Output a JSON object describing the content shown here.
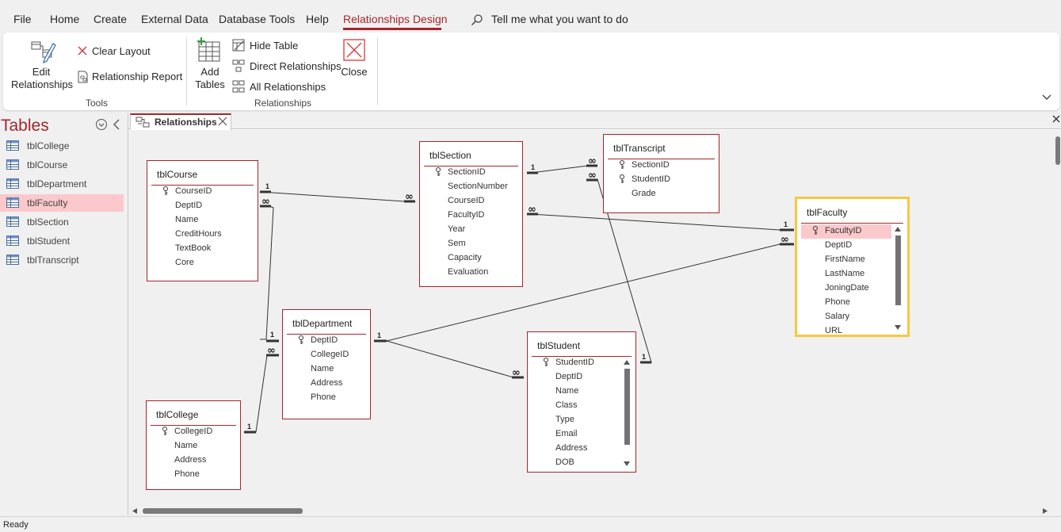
{
  "menu": {
    "items": [
      "File",
      "Home",
      "Create",
      "External Data",
      "Database Tools",
      "Help",
      "Relationships Design"
    ],
    "tell_me": "Tell me what you want to do"
  },
  "ribbon": {
    "edit_relationships_line1": "Edit",
    "edit_relationships_line2": "Relationships",
    "clear_layout": "Clear Layout",
    "relationship_report": "Relationship Report",
    "tools_group": "Tools",
    "add_tables_line1": "Add",
    "add_tables_line2": "Tables",
    "hide_table": "Hide Table",
    "direct_relationships": "Direct Relationships",
    "all_relationships": "All Relationships",
    "relationships_group": "Relationships",
    "close": "Close"
  },
  "nav": {
    "title": "Tables",
    "items": [
      "tblCollege",
      "tblCourse",
      "tblDepartment",
      "tblFaculty",
      "tblSection",
      "tblStudent",
      "tblTranscript"
    ],
    "selected": "tblFaculty"
  },
  "doc_tab": {
    "label": "Relationships"
  },
  "tables": {
    "course": {
      "title": "tblCourse",
      "fields": [
        "CourseID",
        "DeptID",
        "Name",
        "CreditHours",
        "TextBook",
        "Core"
      ]
    },
    "section": {
      "title": "tblSection",
      "fields": [
        "SectionID",
        "SectionNumber",
        "CourseID",
        "FacultyID",
        "Year",
        "Sem",
        "Capacity",
        "Evaluation"
      ]
    },
    "transcript": {
      "title": "tblTranscript",
      "fields": [
        "SectionID",
        "StudentID",
        "Grade"
      ]
    },
    "faculty": {
      "title": "tblFaculty",
      "fields": [
        "FacultyID",
        "DeptID",
        "FirstName",
        "LastName",
        "JoningDate",
        "Phone",
        "Salary",
        "URL"
      ]
    },
    "department": {
      "title": "tblDepartment",
      "fields": [
        "DeptID",
        "CollegeID",
        "Name",
        "Address",
        "Phone"
      ]
    },
    "student": {
      "title": "tblStudent",
      "fields": [
        "StudentID",
        "DeptID",
        "Name",
        "Class",
        "Type",
        "Email",
        "Address",
        "DOB"
      ]
    },
    "college": {
      "title": "tblCollege",
      "fields": [
        "CollegeID",
        "Name",
        "Address",
        "Phone"
      ]
    }
  },
  "relationships": {
    "one": "1",
    "many": "∞"
  },
  "status": {
    "text": "Ready"
  }
}
